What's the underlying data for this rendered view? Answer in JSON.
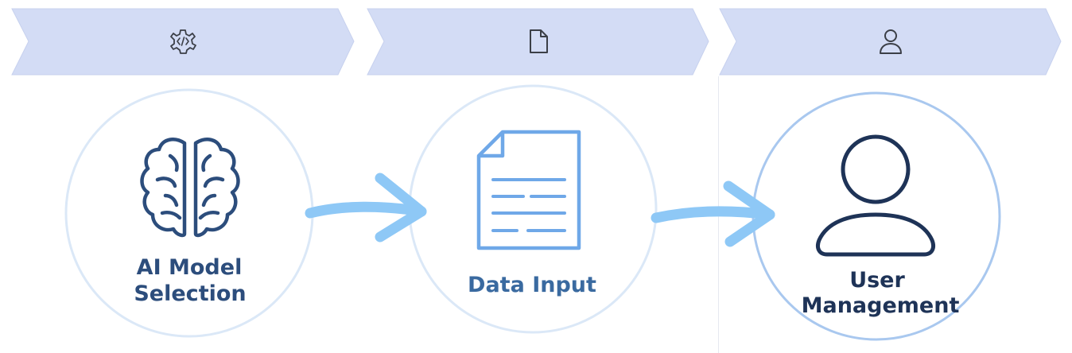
{
  "steps": [
    {
      "header_icon": "gear-code-icon",
      "main_icon": "brain-icon",
      "label_lines": [
        "AI Model",
        "Selection"
      ]
    },
    {
      "header_icon": "document-icon",
      "main_icon": "document-icon",
      "label_lines": [
        "Data Input"
      ]
    },
    {
      "header_icon": "user-icon",
      "main_icon": "user-icon",
      "label_lines": [
        "User",
        "Management"
      ]
    }
  ],
  "colors": {
    "chevron_fill": "#d3dcf5",
    "chevron_stroke": "#c7d1ee",
    "circle_ring": "#dbe8f7",
    "circle_ring_active": "#a9c8ef",
    "arrow": "#8ec8f6",
    "label_primary": "#2c4d7c",
    "label_accent": "#3a6aa0",
    "label_dark": "#1e3357",
    "header_icon": "#3b3f47"
  }
}
